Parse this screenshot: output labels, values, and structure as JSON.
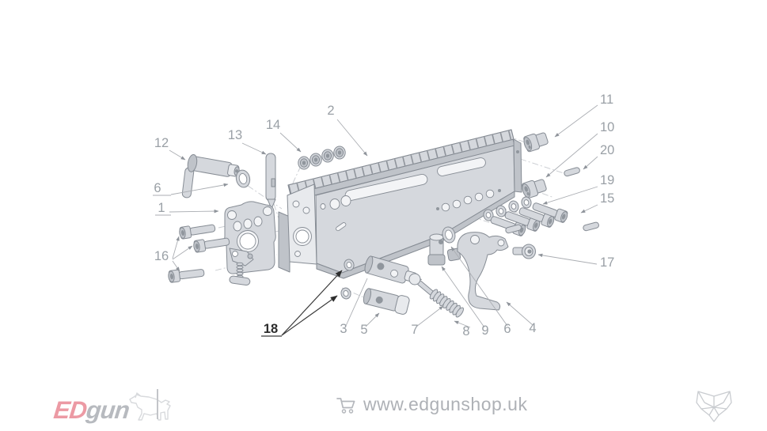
{
  "diagram": {
    "labels": {
      "n1": "1",
      "n2": "2",
      "n3": "3",
      "n4": "4",
      "n5": "5",
      "n6_left": "6",
      "n6_bottom": "6",
      "n7": "7",
      "n8": "8",
      "n9": "9",
      "n10": "10",
      "n11": "11",
      "n12": "12",
      "n13": "13",
      "n14": "14",
      "n15": "15",
      "n16": "16",
      "n17": "17",
      "n18": "18",
      "n19": "19",
      "n20": "20"
    }
  },
  "footer": {
    "brand_ed": "ED",
    "brand_gun": "gun",
    "website": "www.edgunshop.uk"
  },
  "icons": {
    "cart": "cart-icon",
    "dog": "dog-logo-icon",
    "fox": "fox-logo-icon"
  },
  "colors": {
    "brand_pink": "#ec9aa4",
    "brand_gray": "#b7babf",
    "label": "#9aa0a6",
    "label_highlight": "#2d2d2d",
    "part_fill": "#d5d8dd",
    "part_stroke": "#868c94",
    "footer_text": "#aeb1b6"
  }
}
